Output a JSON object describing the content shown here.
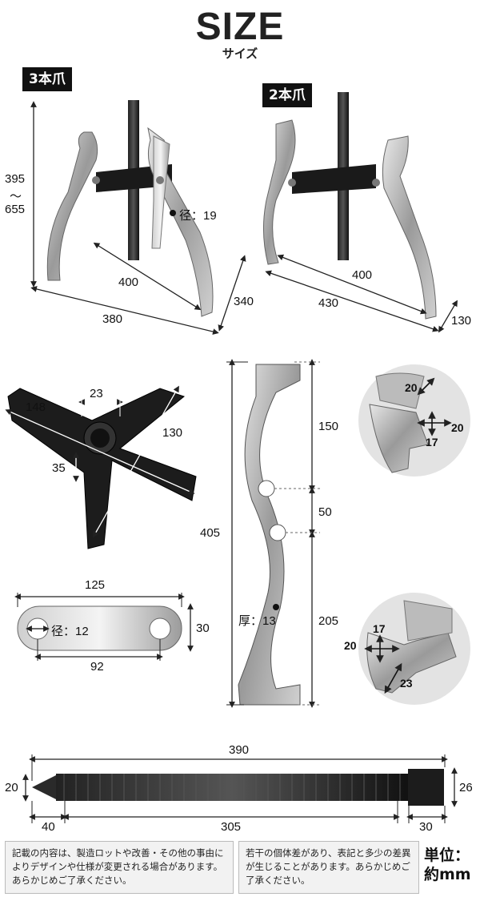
{
  "header": {
    "title": "SIZE",
    "subtitle": "サイズ"
  },
  "three_jaw": {
    "badge": "3本爪",
    "height_max": "395",
    "height_sep": "～",
    "height_min": "655",
    "diameter": "径：19",
    "reach": "400",
    "width": "380",
    "depth": "340"
  },
  "two_jaw": {
    "badge": "2本爪",
    "reach": "400",
    "width": "430",
    "depth": "130"
  },
  "yoke": {
    "hole": "23",
    "arm_long": "148",
    "arm_short": "130",
    "thickness": "35"
  },
  "arm": {
    "top": "150",
    "middle": "50",
    "total": "405",
    "bottom": "205",
    "thickness": "厚：13"
  },
  "hook_upper": {
    "a": "20",
    "b": "20",
    "c": "17"
  },
  "hook_lower": {
    "a": "17",
    "b": "20",
    "c": "23"
  },
  "link_plate": {
    "length": "125",
    "height": "30",
    "diameter": "径：12",
    "pitch": "92"
  },
  "screw": {
    "length": "390",
    "tip_dia": "20",
    "head_dia": "26",
    "tip_len": "40",
    "thread_len": "305",
    "head_len": "30"
  },
  "notes": {
    "left": "記載の内容は、製造ロットや改善・その他の事由によりデザインや仕様が変更される場合があります。あらかじめご了承ください。",
    "right": "若干の個体差があり、表記と多少の差異が生じることがあります。あらかじめご了承ください。",
    "unit_label": "単位：",
    "unit_value": "約mm"
  }
}
